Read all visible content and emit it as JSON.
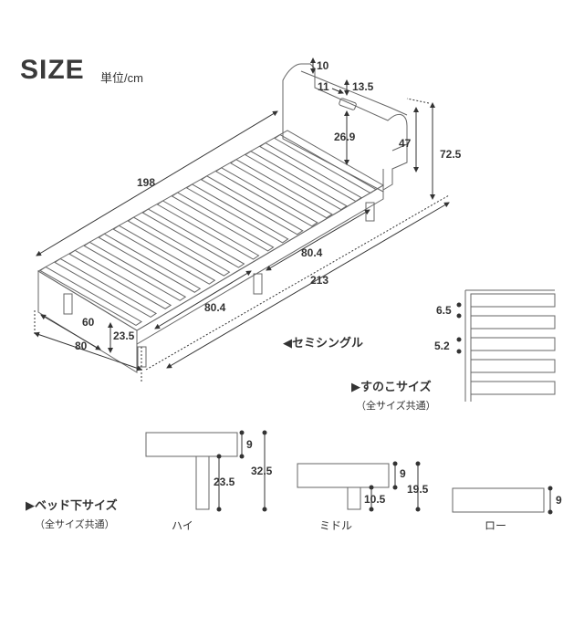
{
  "header": {
    "title": "SIZE",
    "unit": "単位/cm"
  },
  "bed": {
    "label": "◀セミシングル",
    "dims": {
      "length": "198",
      "total_length": "213",
      "headboard_height": "72.5",
      "headboard_body": "47",
      "outlet_height": "26.9",
      "top_10": "10",
      "top_11": "11",
      "top_13_5": "13.5",
      "slat_length_back": "80.4",
      "slat_length_front": "80.4",
      "width_inner": "60",
      "width_outer": "80",
      "leg_height": "23.5"
    }
  },
  "sunoko": {
    "title": "▶すのこサイズ",
    "subtitle": "（全サイズ共通）",
    "slat_height": "6.5",
    "slat_gap": "5.2"
  },
  "under_bed": {
    "title": "▶ベッド下サイズ",
    "subtitle": "（全サイズ共通）",
    "high": {
      "name": "ハイ",
      "frame": "9",
      "leg": "23.5",
      "total": "32.5"
    },
    "middle": {
      "name": "ミドル",
      "frame": "9",
      "leg": "10.5",
      "total": "19.5"
    },
    "low": {
      "name": "ロー",
      "frame": "9"
    }
  }
}
